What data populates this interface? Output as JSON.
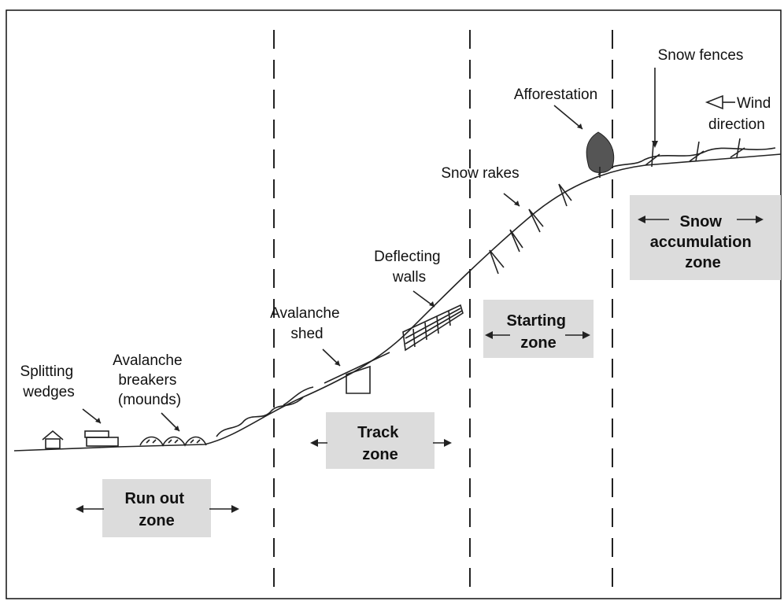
{
  "labels": {
    "splitting_wedges": [
      "Splitting",
      "wedges"
    ],
    "avalanche_breakers": [
      "Avalanche",
      "breakers",
      "(mounds)"
    ],
    "avalanche_shed": [
      "Avalanche",
      "shed"
    ],
    "deflecting_walls": [
      "Deflecting",
      "walls"
    ],
    "snow_rakes": [
      "Snow rakes"
    ],
    "afforestation": [
      "Afforestation"
    ],
    "snow_fences": [
      "Snow fences"
    ],
    "wind_direction": [
      "Wind",
      "direction"
    ]
  },
  "zones": {
    "run_out": [
      "Run out",
      "zone"
    ],
    "track": [
      "Track",
      "zone"
    ],
    "starting": [
      "Starting",
      "zone"
    ],
    "accumulation": [
      "Snow",
      "accumulation",
      "zone"
    ]
  },
  "colors": {
    "zone_box": "#dcdcdc",
    "ink": "#222222",
    "frame": "#111111"
  }
}
